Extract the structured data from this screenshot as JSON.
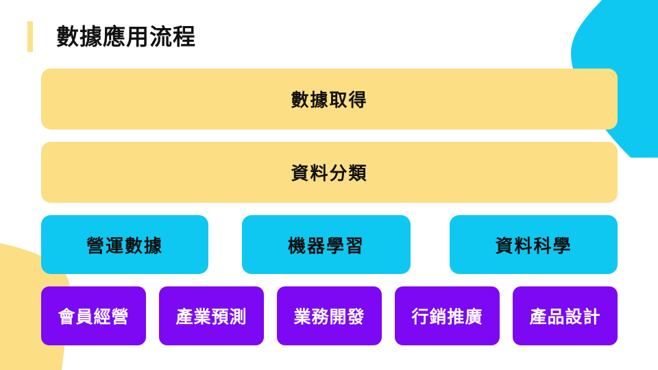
{
  "title": "數據應用流程",
  "colors": {
    "yellow": "#fcdf84",
    "cyan": "#0fc8f2",
    "purple": "#7c08f4",
    "accent": "#fbe28a",
    "text_dark": "#111111",
    "text_light": "#ffffff"
  },
  "layers": {
    "acquire": "數據取得",
    "classify": "資料分類",
    "methods": [
      "營運數據",
      "機器學習",
      "資料科學"
    ],
    "applications": [
      "會員經營",
      "產業預測",
      "業務開發",
      "行銷推廣",
      "產品設計"
    ]
  }
}
